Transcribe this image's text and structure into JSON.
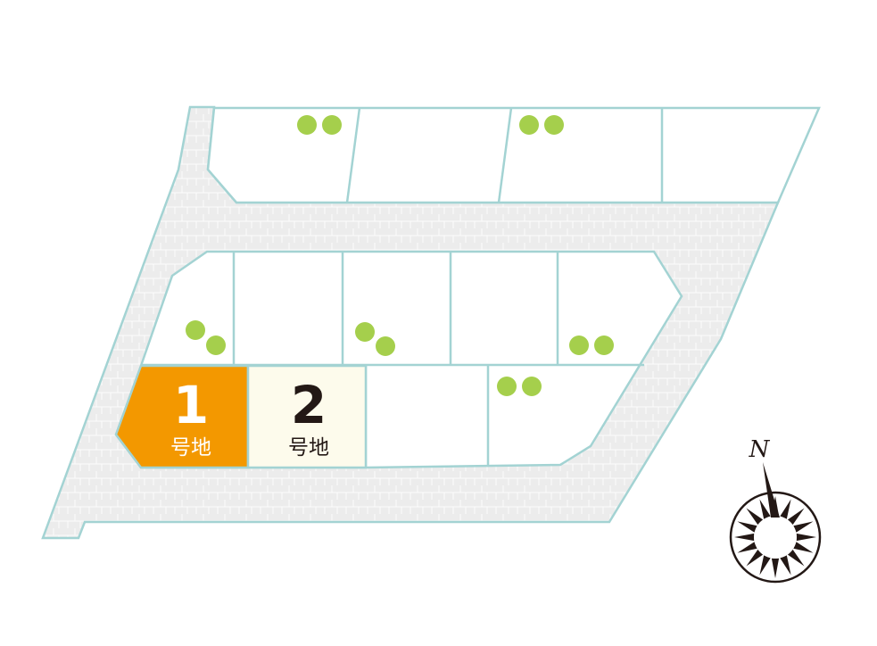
{
  "lots": [
    {
      "number": "1",
      "suffix": "号地",
      "fill": "#f39800",
      "text_color": "#ffffff"
    },
    {
      "number": "2",
      "suffix": "号地",
      "fill": "#fdfbec",
      "text_color": "#231815"
    }
  ],
  "compass": {
    "label": "N"
  },
  "colors": {
    "border": "#a3d3d3",
    "road": "#ececec",
    "tree": "#a5cf4c"
  }
}
